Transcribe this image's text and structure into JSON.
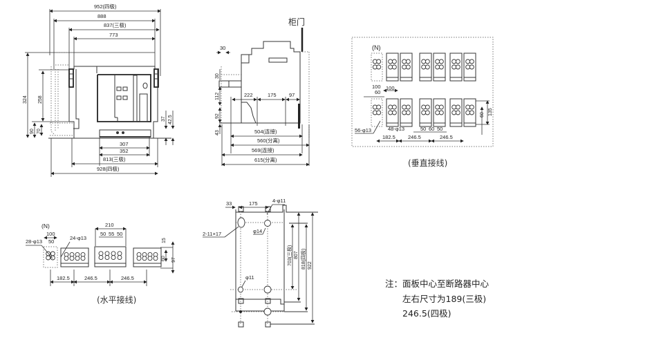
{
  "front_view": {
    "top_dims": [
      "952(四极)",
      "888",
      "837(三极)",
      "773"
    ],
    "bottom_dims": [
      "307",
      "352",
      "813(三极)",
      "928(四极)"
    ],
    "left_dims": [
      "324",
      "258",
      "90",
      "70"
    ],
    "right_dims": [
      "37",
      "42.5"
    ]
  },
  "side_view": {
    "door_label": "柜门",
    "dims_top": [
      "30"
    ],
    "dims_left": [
      "30",
      "112",
      "92",
      "43"
    ],
    "dims_row": [
      "222",
      "175",
      "97"
    ],
    "dims_bottom": [
      "504(连接)",
      "560(分离)",
      "569(连接)",
      "615(分离)"
    ]
  },
  "vertical_wiring": {
    "neutral_label": "(N)",
    "dims": [
      "100",
      "60",
      "100",
      "56-φ13",
      "48-φ13",
      "50",
      "60",
      "50",
      "182.5",
      "246.5",
      "246.5",
      "135",
      "60"
    ],
    "caption": "(垂直接线)"
  },
  "horizontal_wiring": {
    "neutral_label": "(N)",
    "dims": [
      "100",
      "50",
      "28-φ13",
      "24-φ13",
      "210",
      "50",
      "55",
      "50",
      "182.5",
      "246.5",
      "246.5",
      "15",
      "60",
      "97"
    ],
    "caption": "(水平接线)"
  },
  "mounting_view": {
    "dims_top": [
      "33",
      "175",
      "4-φ11"
    ],
    "labels": [
      "2-11×17",
      "φ14",
      "φ11"
    ],
    "dims_right": [
      "703(三极)",
      "807",
      "818(四极)",
      "922"
    ]
  },
  "note": {
    "line1": "注：面板中心至断路器中心",
    "line2": "左右尺寸为189(三极)",
    "line3": "246.5(四极)"
  }
}
